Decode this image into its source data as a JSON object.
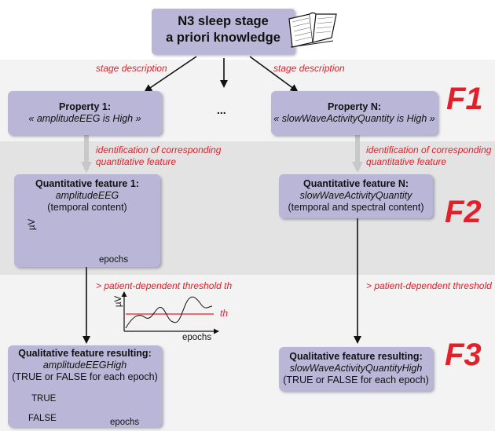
{
  "top": {
    "line1": "N3 sleep stage",
    "line2": "a priori knowledge"
  },
  "edge_labels": {
    "stage_left": "stage description",
    "stage_right": "stage description",
    "ident_left_1": "identification of corresponding",
    "ident_left_2": "quantitative feature",
    "ident_right_1": "identification of corresponding",
    "ident_right_2": "quantitative feature",
    "thresh_left": "> patient-dependent threshold th",
    "thresh_right": "> patient-dependent threshold"
  },
  "ellipsis": "...",
  "stages": {
    "f1": "F1",
    "f2": "F2",
    "f3": "F3"
  },
  "property1": {
    "title": "Property 1:",
    "text": "« amplitudeEEG is High »"
  },
  "propertyN": {
    "title": "Property N:",
    "text": "« slowWaveActivityQuantity is High »"
  },
  "quant1": {
    "title": "Quantitative feature 1:",
    "name": "amplitudeEEG",
    "desc": "(temporal content)",
    "ylabel": "µV",
    "xlabel": "epochs"
  },
  "quantN": {
    "title": "Quantitative feature N:",
    "name": "slowWaveActivityQuantity",
    "desc": "(temporal and spectral content)"
  },
  "threshold_plot": {
    "ylabel": "µV",
    "xlabel": "epochs",
    "line_label": "th"
  },
  "qual1": {
    "title": "Qualitative feature resulting:",
    "name": "amplitudeEEGHigh",
    "desc": "(TRUE or FALSE for each epoch)",
    "true_label": "TRUE",
    "false_label": "FALSE",
    "xlabel": "epochs"
  },
  "qualN": {
    "title": "Qualitative feature resulting:",
    "name": "slowWaveActivityQuantityHigh",
    "desc": "(TRUE or FALSE for each epoch)"
  },
  "colors": {
    "box": "#b9b6d8",
    "accent_red": "#e3202a",
    "band_light": "#f2f2f2",
    "band_dark": "#e4e4e4"
  }
}
